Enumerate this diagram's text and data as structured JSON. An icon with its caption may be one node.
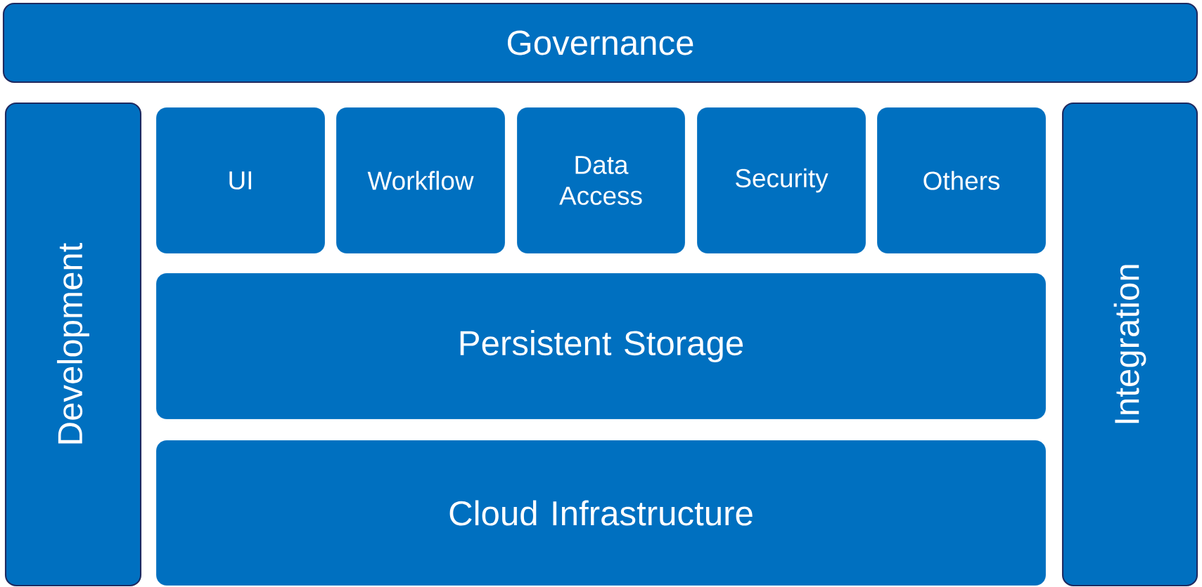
{
  "diagram": {
    "nodes": [
      {
        "text": [
          "Governance"
        ]
      },
      {
        "text": [
          "Development"
        ]
      },
      {
        "text": [
          "UI"
        ]
      },
      {
        "text": [
          "Workflow"
        ]
      },
      {
        "text": [
          "Data Access"
        ]
      },
      {
        "text": [
          "Security"
        ]
      },
      {
        "text": [
          "Others"
        ]
      },
      {
        "text": [
          "Persistent Storage"
        ]
      },
      {
        "text": [
          "Cloud Infrastructure"
        ]
      },
      {
        "text": [
          "Integration"
        ]
      }
    ]
  }
}
